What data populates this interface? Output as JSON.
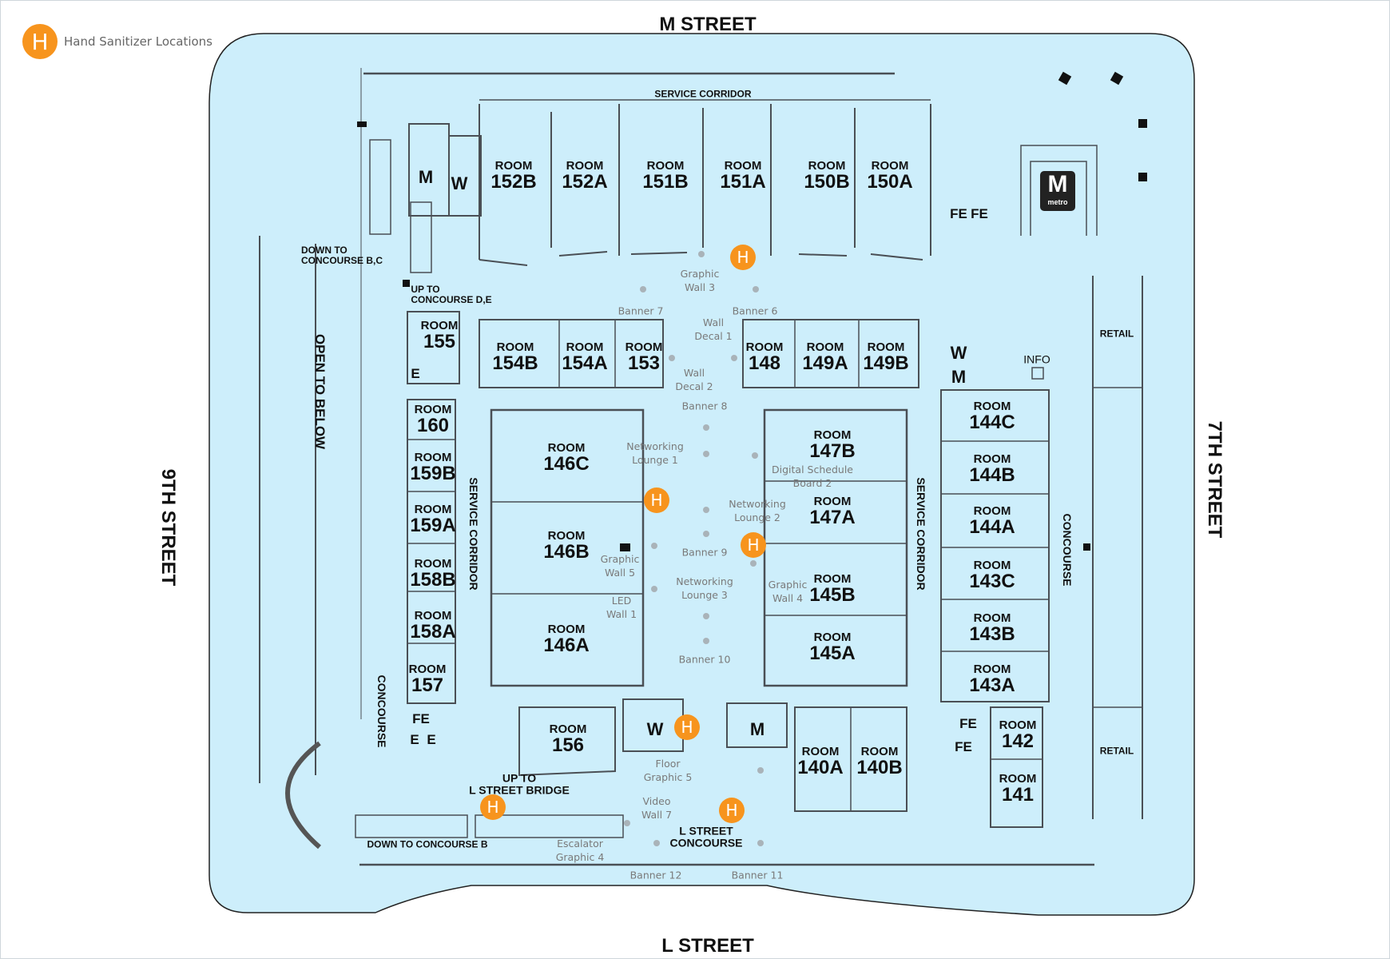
{
  "legend": {
    "marker_glyph": "H",
    "label": "Hand Sanitizer Locations",
    "marker_color": "#f7941d"
  },
  "streets": {
    "north": "M STREET",
    "south": "L STREET",
    "west": "9TH STREET",
    "east": "7TH STREET"
  },
  "colors": {
    "floor": "#cdeefb",
    "walls": "#4a4f55",
    "feature_dot": "#a9b3b9",
    "feature_text": "#7a7a7a",
    "marker": "#f7941d"
  },
  "room_word": "ROOM",
  "rooms": [
    {
      "id": "152B"
    },
    {
      "id": "152A"
    },
    {
      "id": "151B"
    },
    {
      "id": "151A"
    },
    {
      "id": "150B"
    },
    {
      "id": "150A"
    },
    {
      "id": "155"
    },
    {
      "id": "154B"
    },
    {
      "id": "154A"
    },
    {
      "id": "153"
    },
    {
      "id": "148"
    },
    {
      "id": "149A"
    },
    {
      "id": "149B"
    },
    {
      "id": "160"
    },
    {
      "id": "159B"
    },
    {
      "id": "159A"
    },
    {
      "id": "158B"
    },
    {
      "id": "158A"
    },
    {
      "id": "157"
    },
    {
      "id": "146C"
    },
    {
      "id": "146B"
    },
    {
      "id": "146A"
    },
    {
      "id": "147B"
    },
    {
      "id": "147A"
    },
    {
      "id": "145B"
    },
    {
      "id": "145A"
    },
    {
      "id": "144C"
    },
    {
      "id": "144B"
    },
    {
      "id": "144A"
    },
    {
      "id": "143C"
    },
    {
      "id": "143B"
    },
    {
      "id": "143A"
    },
    {
      "id": "156"
    },
    {
      "id": "140A"
    },
    {
      "id": "140B"
    },
    {
      "id": "142"
    },
    {
      "id": "141"
    }
  ],
  "amenities": {
    "men": "M",
    "women": "W",
    "elevator": "E",
    "freight_elevator": "FE",
    "info": "INFO",
    "retail": "RETAIL",
    "metro_logo": "M",
    "metro_text": "metro"
  },
  "area_labels": {
    "service_corridor_north": "SERVICE CORRIDOR",
    "service_corridor_west": "SERVICE CORRIDOR",
    "service_corridor_east": "SERVICE CORRIDOR",
    "open_to_below": "OPEN TO BELOW",
    "concourse_west": "CONCOURSE",
    "concourse_east": "CONCOURSE",
    "down_to_concourse_bc": [
      "DOWN TO",
      "CONCOURSE B,C"
    ],
    "up_to_concourse_de": [
      "UP TO",
      "CONCOURSE D,E"
    ],
    "up_to_l_street_bridge": [
      "UP TO",
      "L STREET BRIDGE"
    ],
    "down_to_concourse_b": "DOWN TO CONCOURSE B",
    "l_street_concourse": [
      "L STREET",
      "CONCOURSE"
    ]
  },
  "features": [
    {
      "name": "graphic-wall-3",
      "lines": [
        "Graphic",
        "Wall 3"
      ]
    },
    {
      "name": "banner-7",
      "lines": [
        "Banner 7"
      ]
    },
    {
      "name": "banner-6",
      "lines": [
        "Banner 6"
      ]
    },
    {
      "name": "wall-decal-1",
      "lines": [
        "Wall",
        "Decal 1"
      ]
    },
    {
      "name": "wall-decal-2",
      "lines": [
        "Wall",
        "Decal 2"
      ]
    },
    {
      "name": "banner-8",
      "lines": [
        "Banner 8"
      ]
    },
    {
      "name": "networking-lounge-1",
      "lines": [
        "Networking",
        "Lounge 1"
      ]
    },
    {
      "name": "digital-schedule-board-2",
      "lines": [
        "Digital Schedule",
        "Board 2"
      ]
    },
    {
      "name": "networking-lounge-2",
      "lines": [
        "Networking",
        "Lounge 2"
      ]
    },
    {
      "name": "graphic-wall-5",
      "lines": [
        "Graphic",
        "Wall 5"
      ]
    },
    {
      "name": "banner-9",
      "lines": [
        "Banner 9"
      ]
    },
    {
      "name": "networking-lounge-3",
      "lines": [
        "Networking",
        "Lounge 3"
      ]
    },
    {
      "name": "graphic-wall-4",
      "lines": [
        "Graphic",
        "Wall 4"
      ]
    },
    {
      "name": "led-wall-1",
      "lines": [
        "LED",
        "Wall 1"
      ]
    },
    {
      "name": "banner-10",
      "lines": [
        "Banner 10"
      ]
    },
    {
      "name": "floor-graphic-5",
      "lines": [
        "Floor",
        "Graphic 5"
      ]
    },
    {
      "name": "video-wall-7",
      "lines": [
        "Video",
        "Wall 7"
      ]
    },
    {
      "name": "escalator-graphic-4",
      "lines": [
        "Escalator",
        "Graphic 4"
      ]
    },
    {
      "name": "banner-12",
      "lines": [
        "Banner 12"
      ]
    },
    {
      "name": "banner-11",
      "lines": [
        "Banner 11"
      ]
    }
  ],
  "hand_sanitizer_locations": [
    {
      "near": "Graphic Wall 3"
    },
    {
      "near": "Room 146C / Networking Lounge 1"
    },
    {
      "near": "Networking Lounge 2 / Room 147A"
    },
    {
      "near": "Women's restroom by Room 156"
    },
    {
      "near": "Up to L Street Bridge escalator"
    },
    {
      "near": "L Street Concourse stairs"
    }
  ]
}
